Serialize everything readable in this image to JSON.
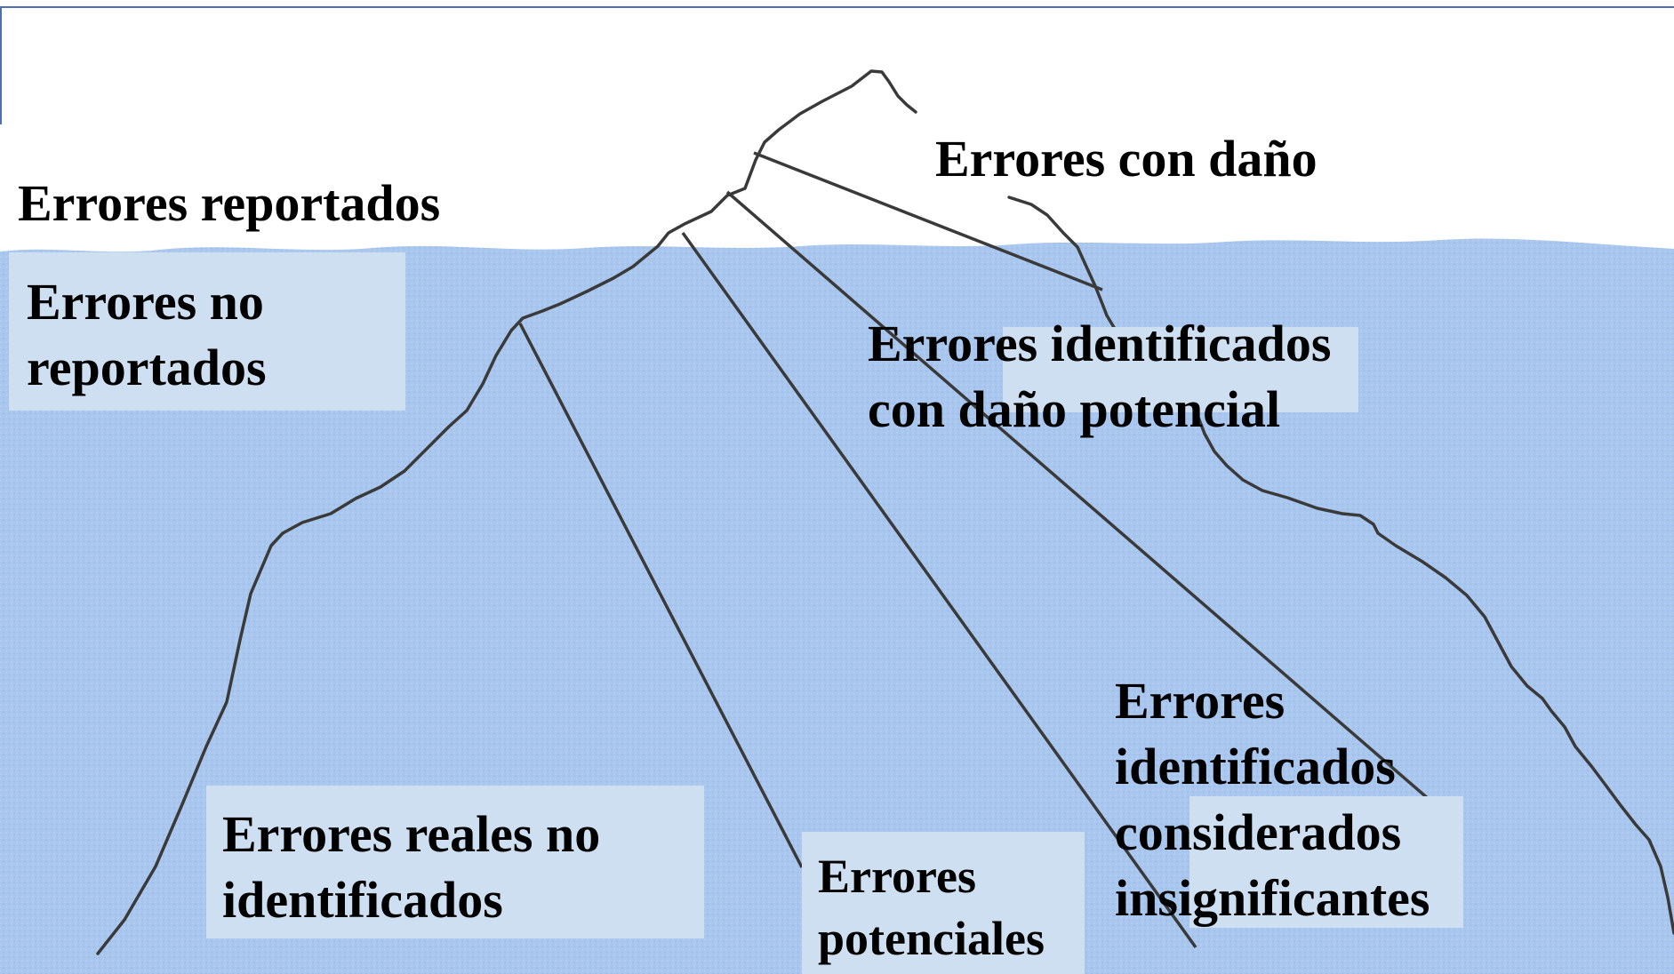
{
  "diagram": {
    "labels": {
      "reported": "Errores reportados",
      "harm": "Errores con daño",
      "unreported": "Errores no\nreportados",
      "potential_harm": "Errores identificados\ncon daño potencial",
      "insignificant": "Errores\nidentificados\nconsiderados\ninsignificantes",
      "real_unidentified": "Errores reales no\nidentificados",
      "potential": "Errores\npotenciales"
    },
    "colors": {
      "water": "#a8c6ee",
      "label_box": "#cfdff2",
      "sky": "#ffffff",
      "outline": "#3a3a3a",
      "frame": "#4f6fae"
    }
  }
}
